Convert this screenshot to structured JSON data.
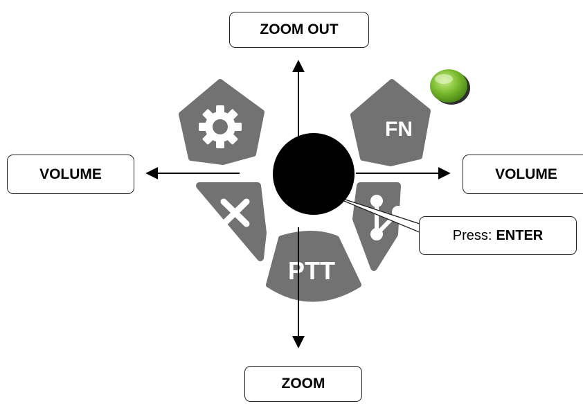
{
  "labels": {
    "zoom_out": "ZOOM OUT",
    "zoom": "ZOOM",
    "volume_left": "VOLUME",
    "volume_right": "VOLUME",
    "press_prefix": "Press:",
    "press_key": "ENTER"
  },
  "keys": {
    "fn": "FN",
    "ptt": "PTT",
    "settings_icon": "gear-icon",
    "close_icon": "close-icon",
    "share_icon": "share-icon"
  },
  "colors": {
    "key_fill": "#727272",
    "joystick": "#000000",
    "led": "#7cbc2f",
    "arrow": "#000000"
  }
}
